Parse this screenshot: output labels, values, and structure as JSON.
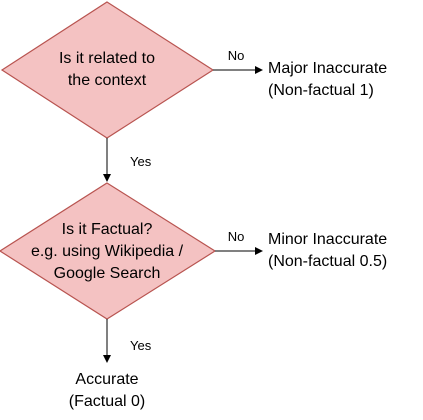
{
  "colors": {
    "decision_fill": "#f4c2c2",
    "decision_stroke": "#b85450",
    "edge": "#000000",
    "text": "#000000"
  },
  "decisions": [
    {
      "id": "related",
      "line1": "Is it related to",
      "line2": "the context"
    },
    {
      "id": "factual",
      "line1": "Is it Factual?",
      "line2": "e.g. using Wikipedia /",
      "line3": "Google Search"
    }
  ],
  "outcomes": {
    "major": {
      "line1": "Major Inaccurate",
      "line2": "(Non-factual 1)"
    },
    "minor": {
      "line1": "Minor Inaccurate",
      "line2": "(Non-factual 0.5)"
    },
    "accurate": {
      "line1": "Accurate",
      "line2": "(Factual 0)"
    }
  },
  "edge_labels": {
    "no": "No",
    "yes": "Yes"
  }
}
